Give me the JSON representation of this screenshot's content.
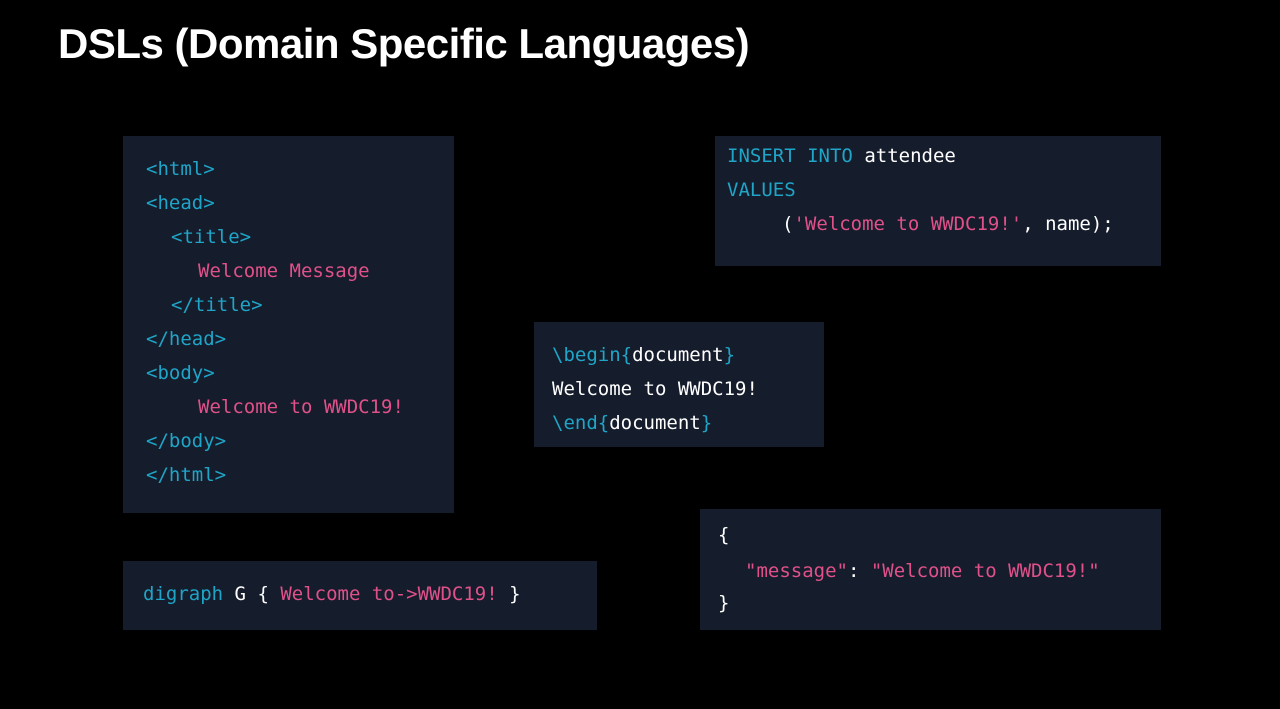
{
  "slide": {
    "title": "DSLs (Domain Specific Languages)"
  },
  "colors": {
    "background": "#000000",
    "panel": "#151c2c",
    "keyword": "#1fa5c7",
    "string": "#e0518a",
    "plain": "#ffffff"
  },
  "html_snippet": {
    "lines": [
      "<html>",
      "<head>",
      "<title>",
      "Welcome Message",
      "</title>",
      "</head>",
      "<body>",
      "Welcome to WWDC19!",
      "</body>",
      "</html>"
    ]
  },
  "sql_snippet": {
    "insert": "INSERT",
    "into": "INTO",
    "table": "attendee",
    "values": "VALUES",
    "open": "(",
    "string": "'Welcome to WWDC19!'",
    "rest": ", name);"
  },
  "latex_snippet": {
    "begin": "\\begin",
    "end": "\\end",
    "open_brace": "{",
    "close_brace": "}",
    "env": "document",
    "body": "Welcome to WWDC19!"
  },
  "dot_snippet": {
    "keyword": "digraph",
    "name": "G",
    "open": "{",
    "edge": "Welcome to->WWDC19!",
    "close": "}"
  },
  "json_snippet": {
    "open": "{",
    "key": "\"message\"",
    "colon": ":",
    "value": "\"Welcome to WWDC19!\"",
    "close": "}"
  }
}
